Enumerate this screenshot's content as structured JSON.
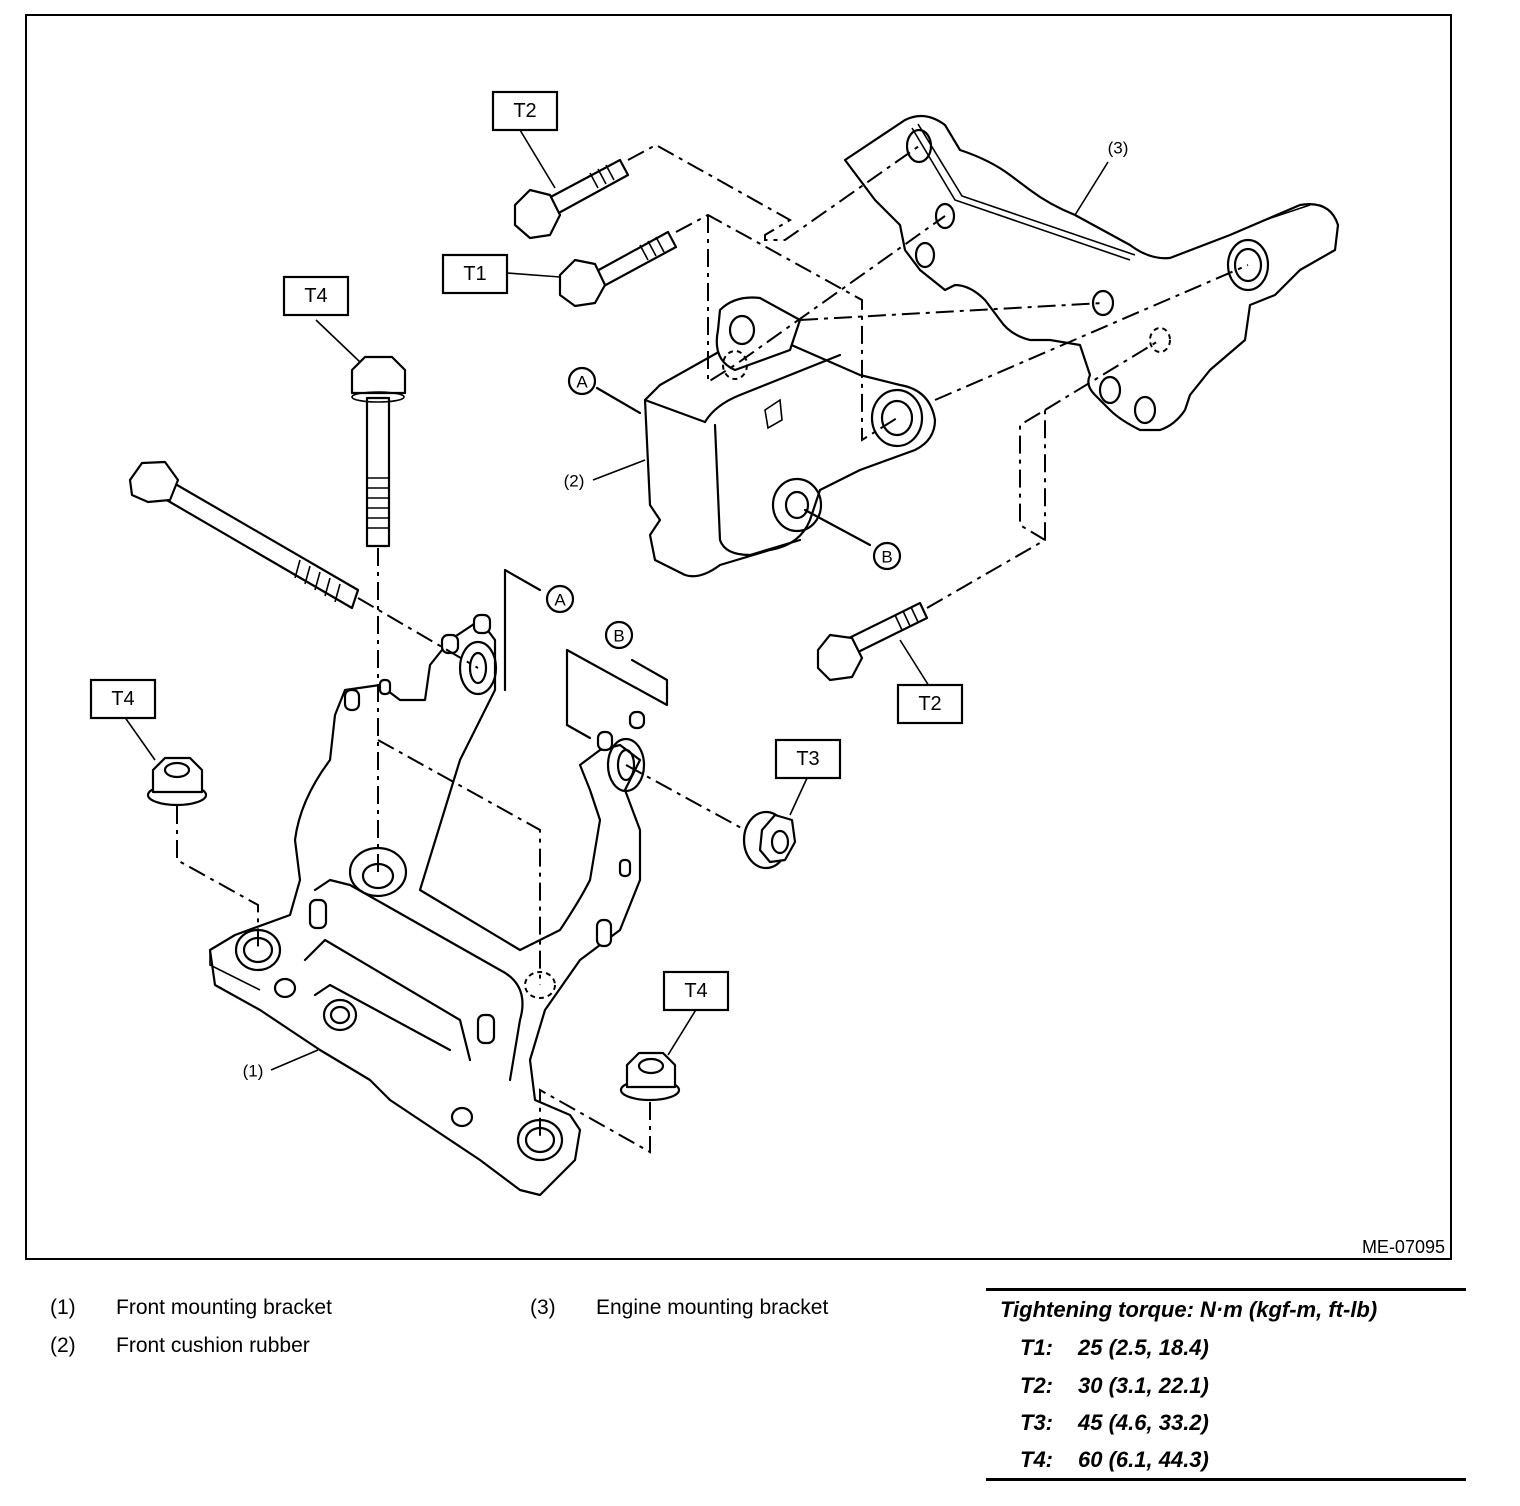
{
  "diagram": {
    "figure_code": "ME-07095",
    "torque_callouts": [
      {
        "id": "T2",
        "label": "T2"
      },
      {
        "id": "T1",
        "label": "T1"
      },
      {
        "id": "T4",
        "label": "T4"
      },
      {
        "id": "T4b",
        "label": "T4"
      },
      {
        "id": "T3",
        "label": "T3"
      },
      {
        "id": "T2b",
        "label": "T2"
      },
      {
        "id": "T4c",
        "label": "T4"
      }
    ],
    "part_callouts": [
      {
        "id": "p1",
        "label": "(1)"
      },
      {
        "id": "p2",
        "label": "(2)"
      },
      {
        "id": "p3",
        "label": "(3)"
      }
    ],
    "reference_markers": [
      {
        "id": "A1",
        "label": "A"
      },
      {
        "id": "B1",
        "label": "B"
      },
      {
        "id": "A2",
        "label": "A"
      },
      {
        "id": "B2",
        "label": "B"
      }
    ]
  },
  "legend": {
    "items": [
      {
        "num": "(1)",
        "text": "Front mounting bracket"
      },
      {
        "num": "(2)",
        "text": "Front cushion rubber"
      },
      {
        "num": "(3)",
        "text": "Engine mounting bracket"
      }
    ]
  },
  "torque_table": {
    "header": "Tightening torque: N·m (kgf-m, ft-lb)",
    "rows": [
      {
        "key": "T1:",
        "value": "25 (2.5, 18.4)"
      },
      {
        "key": "T2:",
        "value": "30 (3.1, 22.1)"
      },
      {
        "key": "T3:",
        "value": "45 (4.6, 33.2)"
      },
      {
        "key": "T4:",
        "value": "60 (6.1, 44.3)"
      }
    ]
  }
}
